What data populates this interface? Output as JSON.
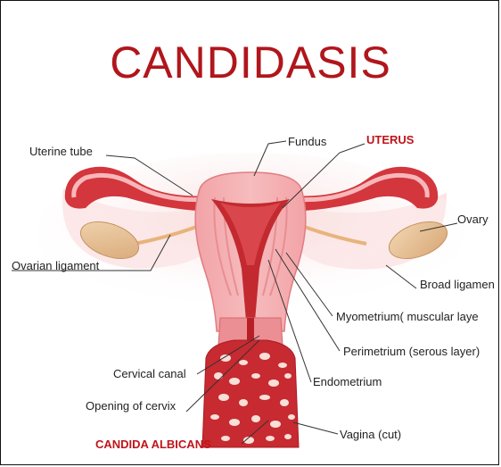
{
  "title": "CANDIDASIS",
  "labels": {
    "uterine_tube": "Uterine tube",
    "fundus": "Fundus",
    "uterus": "UTERUS",
    "ovary": "Ovary",
    "ovarian_ligament": "Ovarian ligament",
    "broad_ligament": "Broad ligamen",
    "myometrium": "Myometrium( muscular laye",
    "perimetrium": "Perimetrium (serous layer)",
    "cervical_canal": "Cervical canal",
    "endometrium": "Endometrium",
    "opening_of_cervix": "Opening of cervix",
    "candida_albicans": "CANDIDA ALBICANS",
    "vagina": "Vagina (cut)"
  },
  "colors": {
    "title": "#b0161b",
    "highlight_label": "#c0141a",
    "tissue_light": "#f4b3b5",
    "tissue_mid": "#e97e83",
    "tissue_dark": "#c22a30",
    "ovary": "#e8c49a"
  }
}
